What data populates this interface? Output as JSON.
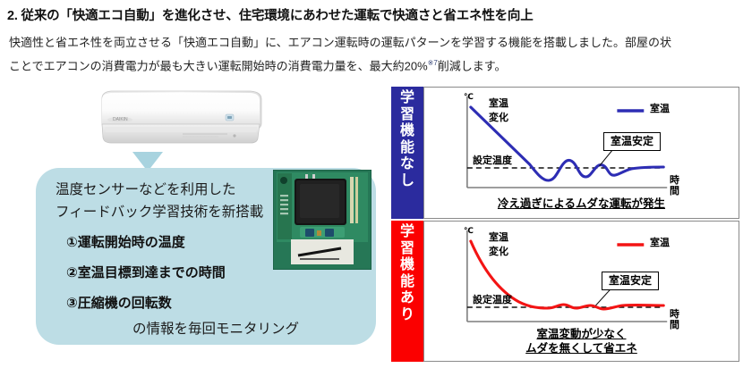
{
  "heading": "2. 従来の「快適エコ自動」を進化させ、住宅環境にあわせた運転で快適さと省エネ性を向上",
  "body": {
    "line1": "快適性と省エネ性を両立させる「快適エコ自動」に、エアコン運転時の運転パターンを学習する機能を搭載しました。部屋の状",
    "line2_pre": "ことでエアコンの消費電力が最も大きい運転開始時の消費電力量を、最大約20%",
    "line2_sup": "※7",
    "line2_post": "削減します。"
  },
  "info_box": {
    "lead_line1": "温度センサーなどを利用した",
    "lead_line2": "フィードバック学習技術を新搭載",
    "item1": "①運転開始時の温度",
    "item2": "②室温目標到達までの時間",
    "item3": "③圧縮機の回転数",
    "tail": "の情報を毎回モニタリング",
    "background_color": "#bddde5"
  },
  "photos": {
    "ac_unit_alt": "air-conditioner-indoor-unit",
    "pcb_alt": "control-circuit-board"
  },
  "panels": [
    {
      "strip_label": "学習機能なし",
      "strip_chars": [
        "学",
        "習",
        "機",
        "能",
        "な",
        "し"
      ],
      "strip_color": "#2b2b9e",
      "y_axis_unit": "℃",
      "y_axis_label": "室温\n変化",
      "y_axis_label_line1": "室温",
      "y_axis_label_line2": "変化",
      "x_axis_label_line1": "時",
      "x_axis_label_line2": "間",
      "setpoint_label": "設定温度",
      "callout": "室温安定",
      "legend_label": "室温",
      "legend_color": "#2d2db4",
      "caption_line1": "冷え過ぎによるムダな運転が発生"
    },
    {
      "strip_label": "学習機能あり",
      "strip_chars": [
        "学",
        "習",
        "機",
        "能",
        "あ",
        "り"
      ],
      "strip_color": "#fb0000",
      "y_axis_unit": "℃",
      "y_axis_label_line1": "室温",
      "y_axis_label_line2": "変化",
      "x_axis_label_line1": "時",
      "x_axis_label_line2": "間",
      "setpoint_label": "設定温度",
      "callout": "室温安定",
      "legend_label": "室温",
      "legend_color": "#f31414",
      "caption_line1": "室温変動が少なく",
      "caption_line2": "ムダを無くして省エネ"
    }
  ],
  "chart_data": [
    {
      "type": "line",
      "title": "学習機能なし",
      "xlabel": "時間",
      "ylabel": "室温変化",
      "yunit": "℃",
      "grid": false,
      "legend_position": "top-right",
      "series": [
        {
          "name": "室温",
          "color": "#2d2db4",
          "comment": "steep linear drop, undershoot below setpoint, three damped oscillations, then flat at setpoint",
          "x": [
            0,
            5,
            12,
            20,
            28,
            34,
            38,
            42,
            46,
            50,
            54,
            58,
            62,
            66,
            70,
            78,
            88,
            100
          ],
          "y": [
            100,
            90,
            72,
            53,
            34,
            20,
            8,
            2,
            14,
            22,
            10,
            4,
            16,
            20,
            12,
            18,
            21,
            21
          ]
        }
      ],
      "setpoint": {
        "label": "設定温度",
        "y": 20,
        "style": "dashed"
      },
      "annotations": [
        {
          "text": "室温安定",
          "x": 62,
          "y": 55,
          "leader_to": {
            "x": 55,
            "y": 22
          }
        }
      ],
      "caption": "冷え過ぎによるムダな運転が発生",
      "xlim": [
        0,
        100
      ],
      "ylim": [
        0,
        100
      ]
    },
    {
      "type": "line",
      "title": "学習機能あり",
      "xlabel": "時間",
      "ylabel": "室温変化",
      "yunit": "℃",
      "grid": false,
      "legend_position": "top-right",
      "series": [
        {
          "name": "室温",
          "color": "#f31414",
          "comment": "smooth exponential decay to setpoint with tiny ripples, no undershoot",
          "x": [
            0,
            6,
            12,
            18,
            24,
            30,
            36,
            40,
            44,
            48,
            52,
            56,
            60,
            66,
            74,
            84,
            100
          ],
          "y": [
            100,
            82,
            66,
            52,
            40,
            30,
            23,
            20,
            19,
            22,
            19,
            20,
            18,
            21,
            21,
            21,
            21
          ]
        }
      ],
      "setpoint": {
        "label": "設定温度",
        "y": 20,
        "style": "dashed"
      },
      "annotations": [
        {
          "text": "室温安定",
          "x": 62,
          "y": 55,
          "leader_to": {
            "x": 52,
            "y": 22
          }
        }
      ],
      "caption": "室温変動が少なくムダを無くして省エネ",
      "xlim": [
        0,
        100
      ],
      "ylim": [
        0,
        100
      ]
    }
  ]
}
